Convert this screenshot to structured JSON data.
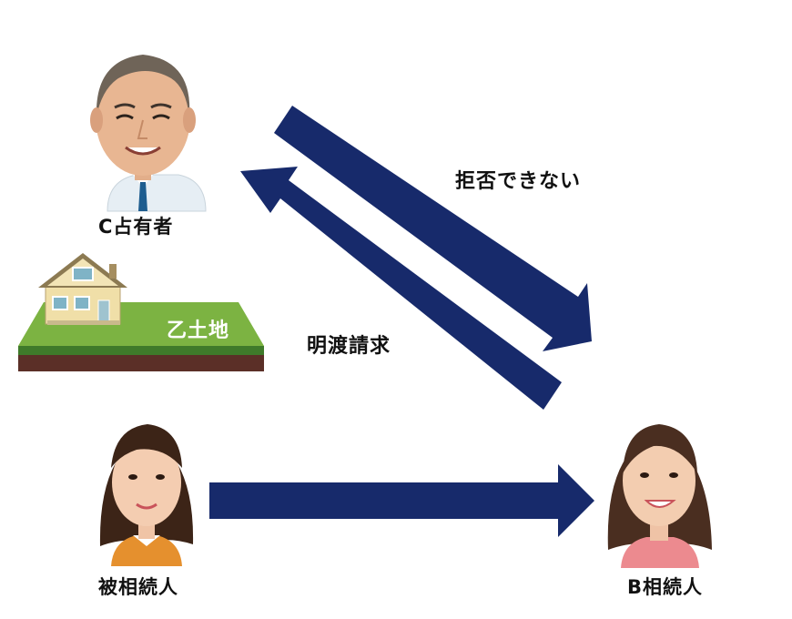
{
  "labels": {
    "occupant": "C占有者",
    "refuse": "拒否できない",
    "demand": "明渡請求",
    "land": "乙土地",
    "decedent": "被相続人",
    "heir": "B相続人"
  },
  "colors": {
    "arrow": "#172a6b",
    "grass": "#7cb342",
    "soil": "#5b2f27",
    "house_wall": "#f0dfa8",
    "house_roof": "#8c7a52",
    "decedent_shirt": "#e5902e",
    "heir_shirt": "#ec8a8f",
    "occupant_shirt": "#e6eef4"
  },
  "icons": [
    "occupant-portrait",
    "house-icon",
    "decedent-portrait",
    "heir-portrait"
  ]
}
